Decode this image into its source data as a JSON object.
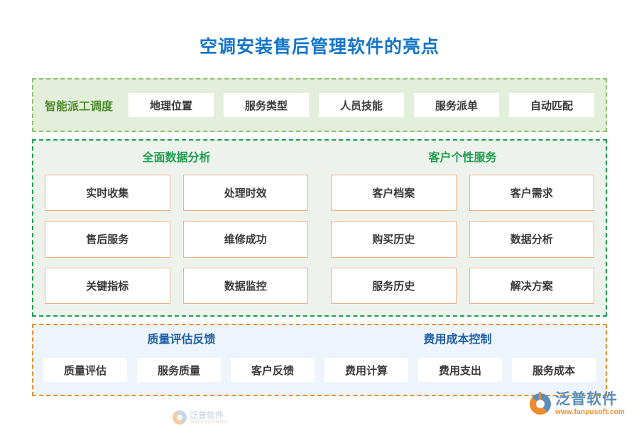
{
  "page": {
    "title": "空调安装售后管理软件的亮点",
    "title_color": "#1476c8",
    "background": "#ffffff"
  },
  "sections": {
    "dispatch": {
      "group_label": "智能派工调度",
      "background": "#e4efdb",
      "border_color": "#8fbf70",
      "label_color": "#4a8a2a",
      "items": [
        {
          "label": "地理位置"
        },
        {
          "label": "服务类型"
        },
        {
          "label": "人员技能"
        },
        {
          "label": "服务派单"
        },
        {
          "label": "自动匹配"
        }
      ]
    },
    "analysis": {
      "background": "#edf3ec",
      "border_color": "#17a04c",
      "header_color": "#1f9e4f",
      "box_border_color": "#eeb287",
      "columns": [
        {
          "title": "全面数据分析",
          "items": [
            {
              "label": "实时收集"
            },
            {
              "label": "处理时效"
            },
            {
              "label": "售后服务"
            },
            {
              "label": "维修成功"
            },
            {
              "label": "关键指标"
            },
            {
              "label": "数据监控"
            }
          ]
        },
        {
          "title": "客户个性服务",
          "items": [
            {
              "label": "客户档案"
            },
            {
              "label": "客户需求"
            },
            {
              "label": "购买历史"
            },
            {
              "label": "数据分析"
            },
            {
              "label": "服务历史"
            },
            {
              "label": "解决方案"
            }
          ]
        }
      ]
    },
    "quality": {
      "background": "#eef4fb",
      "border_color": "#e8902e",
      "header_color": "#1f5fa8",
      "columns": [
        {
          "title": "质量评估反馈"
        },
        {
          "title": "费用成本控制"
        }
      ],
      "items": [
        {
          "label": "质量评估"
        },
        {
          "label": "服务质量"
        },
        {
          "label": "客户反馈"
        },
        {
          "label": "费用计算"
        },
        {
          "label": "费用支出"
        },
        {
          "label": "服务成本"
        }
      ]
    }
  },
  "watermark": {
    "cn": "泛普软件",
    "en": "FANPU SOFTWARE"
  },
  "logo": {
    "cn": "泛普软件",
    "url": "www.fanpusoft.com"
  }
}
